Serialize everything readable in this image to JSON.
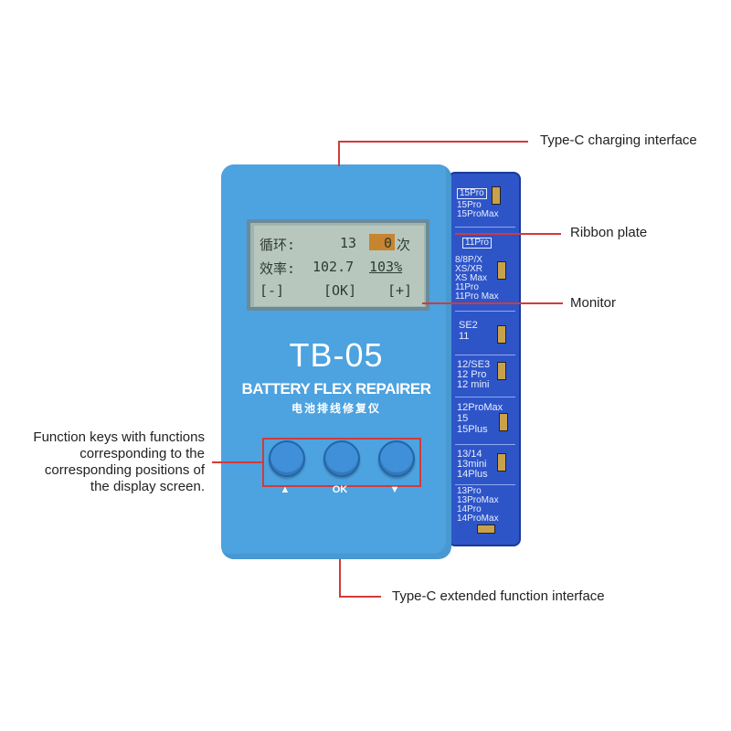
{
  "device": {
    "model": "TB-05",
    "subtitle": "BATTERY FLEX REPAIRER",
    "subtitle_cn": "电池排线修复仪",
    "body_color": "#4da2e0"
  },
  "screen": {
    "line1_label": "循环:",
    "line1_value": "13",
    "line1_highlight": "0",
    "line1_unit": "次",
    "line2_label": "效率:",
    "line2_value": "102.7",
    "line2_extra": "103%",
    "softkey_left": "[-]",
    "softkey_mid": "[OK]",
    "softkey_right": "[+]"
  },
  "keys": {
    "up_label": "▲",
    "ok_label": "OK",
    "down_label": "▼"
  },
  "pcb": {
    "sections": [
      {
        "boxed": "15Pro",
        "lines": "15Pro\n15ProMax"
      },
      {
        "boxed": "11Pro",
        "lines": "8/8P/X\nXS/XR\nXS Max\n11Pro\n11Pro Max"
      },
      {
        "boxed": "",
        "lines": "SE2\n11"
      },
      {
        "boxed": "",
        "lines": "12/SE3\n12 Pro\n12 mini"
      },
      {
        "boxed": "",
        "lines": "12ProMax\n15\n15Plus"
      },
      {
        "boxed": "",
        "lines": "13/14\n13mini\n14Plus"
      },
      {
        "boxed": "",
        "lines": "13Pro\n13ProMax\n14Pro\n14ProMax"
      }
    ]
  },
  "callouts": {
    "charging": "Type-C charging interface",
    "ribbon": "Ribbon plate",
    "monitor": "Monitor",
    "keys": "Function keys with functions\ncorresponding to the\ncorresponding positions of\nthe display screen.",
    "extended": "Type-C extended function interface"
  },
  "accent_color": "#d23a3a"
}
